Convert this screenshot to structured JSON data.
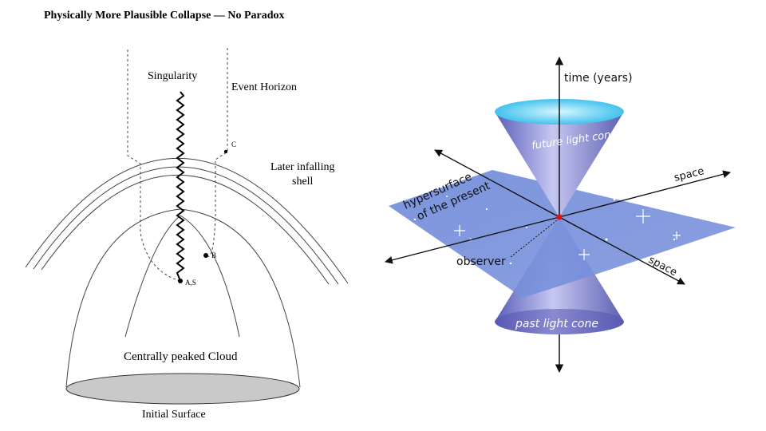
{
  "title": "Physically More Plausible Collapse –– No Paradox",
  "left_diagram": {
    "singularity": "Singularity",
    "event_horizon": "Event Horizon",
    "later_shell_line1": "Later infalling",
    "later_shell_line2": "shell",
    "point_c": "C",
    "point_b": "B",
    "point_as": "A,S",
    "cloud": "Centrally peaked Cloud",
    "initial_surface": "Initial Surface"
  },
  "right_diagram": {
    "time_axis": "time (years)",
    "future_cone": "future light cone",
    "past_cone": "past light cone",
    "space_axis_1": "space",
    "space_axis_2": "space",
    "hypersurface_line1": "hypersurface",
    "hypersurface_line2": "of the present",
    "observer": "observer"
  },
  "colors": {
    "plane": "#6f87d6",
    "cone_top": "#2fc3f0",
    "cone_body": "#8f90d8",
    "observer_dot": "#e01010",
    "surface_fill": "#c9c9c9"
  }
}
